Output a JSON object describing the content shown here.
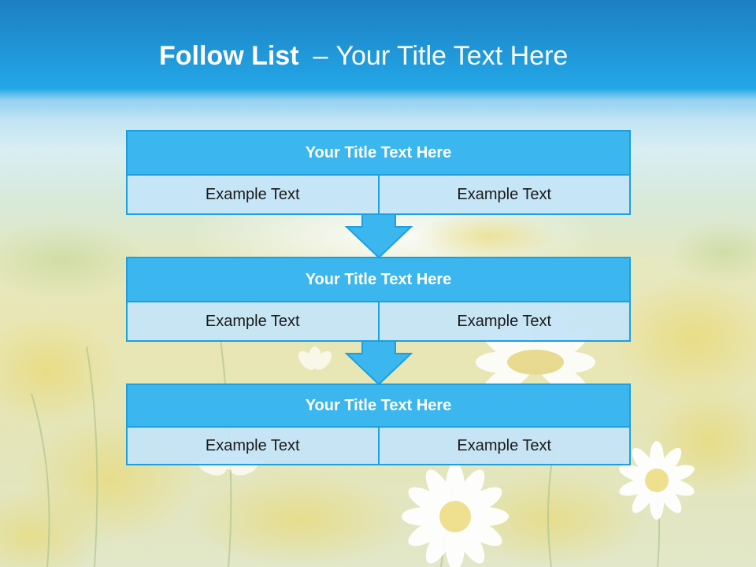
{
  "slide": {
    "title_bold": "Follow List",
    "title_separator": "–",
    "title_rest": "Your Title Text Here"
  },
  "colors": {
    "title_band": "#22a6e6",
    "step_header": "#3bb6ee",
    "step_border": "#1e9fe0",
    "step_cell": "#c4e4f8",
    "arrow_fill": "#3bb6ee"
  },
  "steps": [
    {
      "title": "Your Title Text Here",
      "left": "Example Text",
      "right": "Example Text"
    },
    {
      "title": "Your Title Text Here",
      "left": "Example Text",
      "right": "Example Text"
    },
    {
      "title": "Your Title Text Here",
      "left": "Example Text",
      "right": "Example Text"
    }
  ],
  "connectors": [
    {
      "from": 1,
      "to": 2,
      "icon": "arrow-down-icon"
    },
    {
      "from": 2,
      "to": 3,
      "icon": "arrow-down-icon"
    }
  ]
}
